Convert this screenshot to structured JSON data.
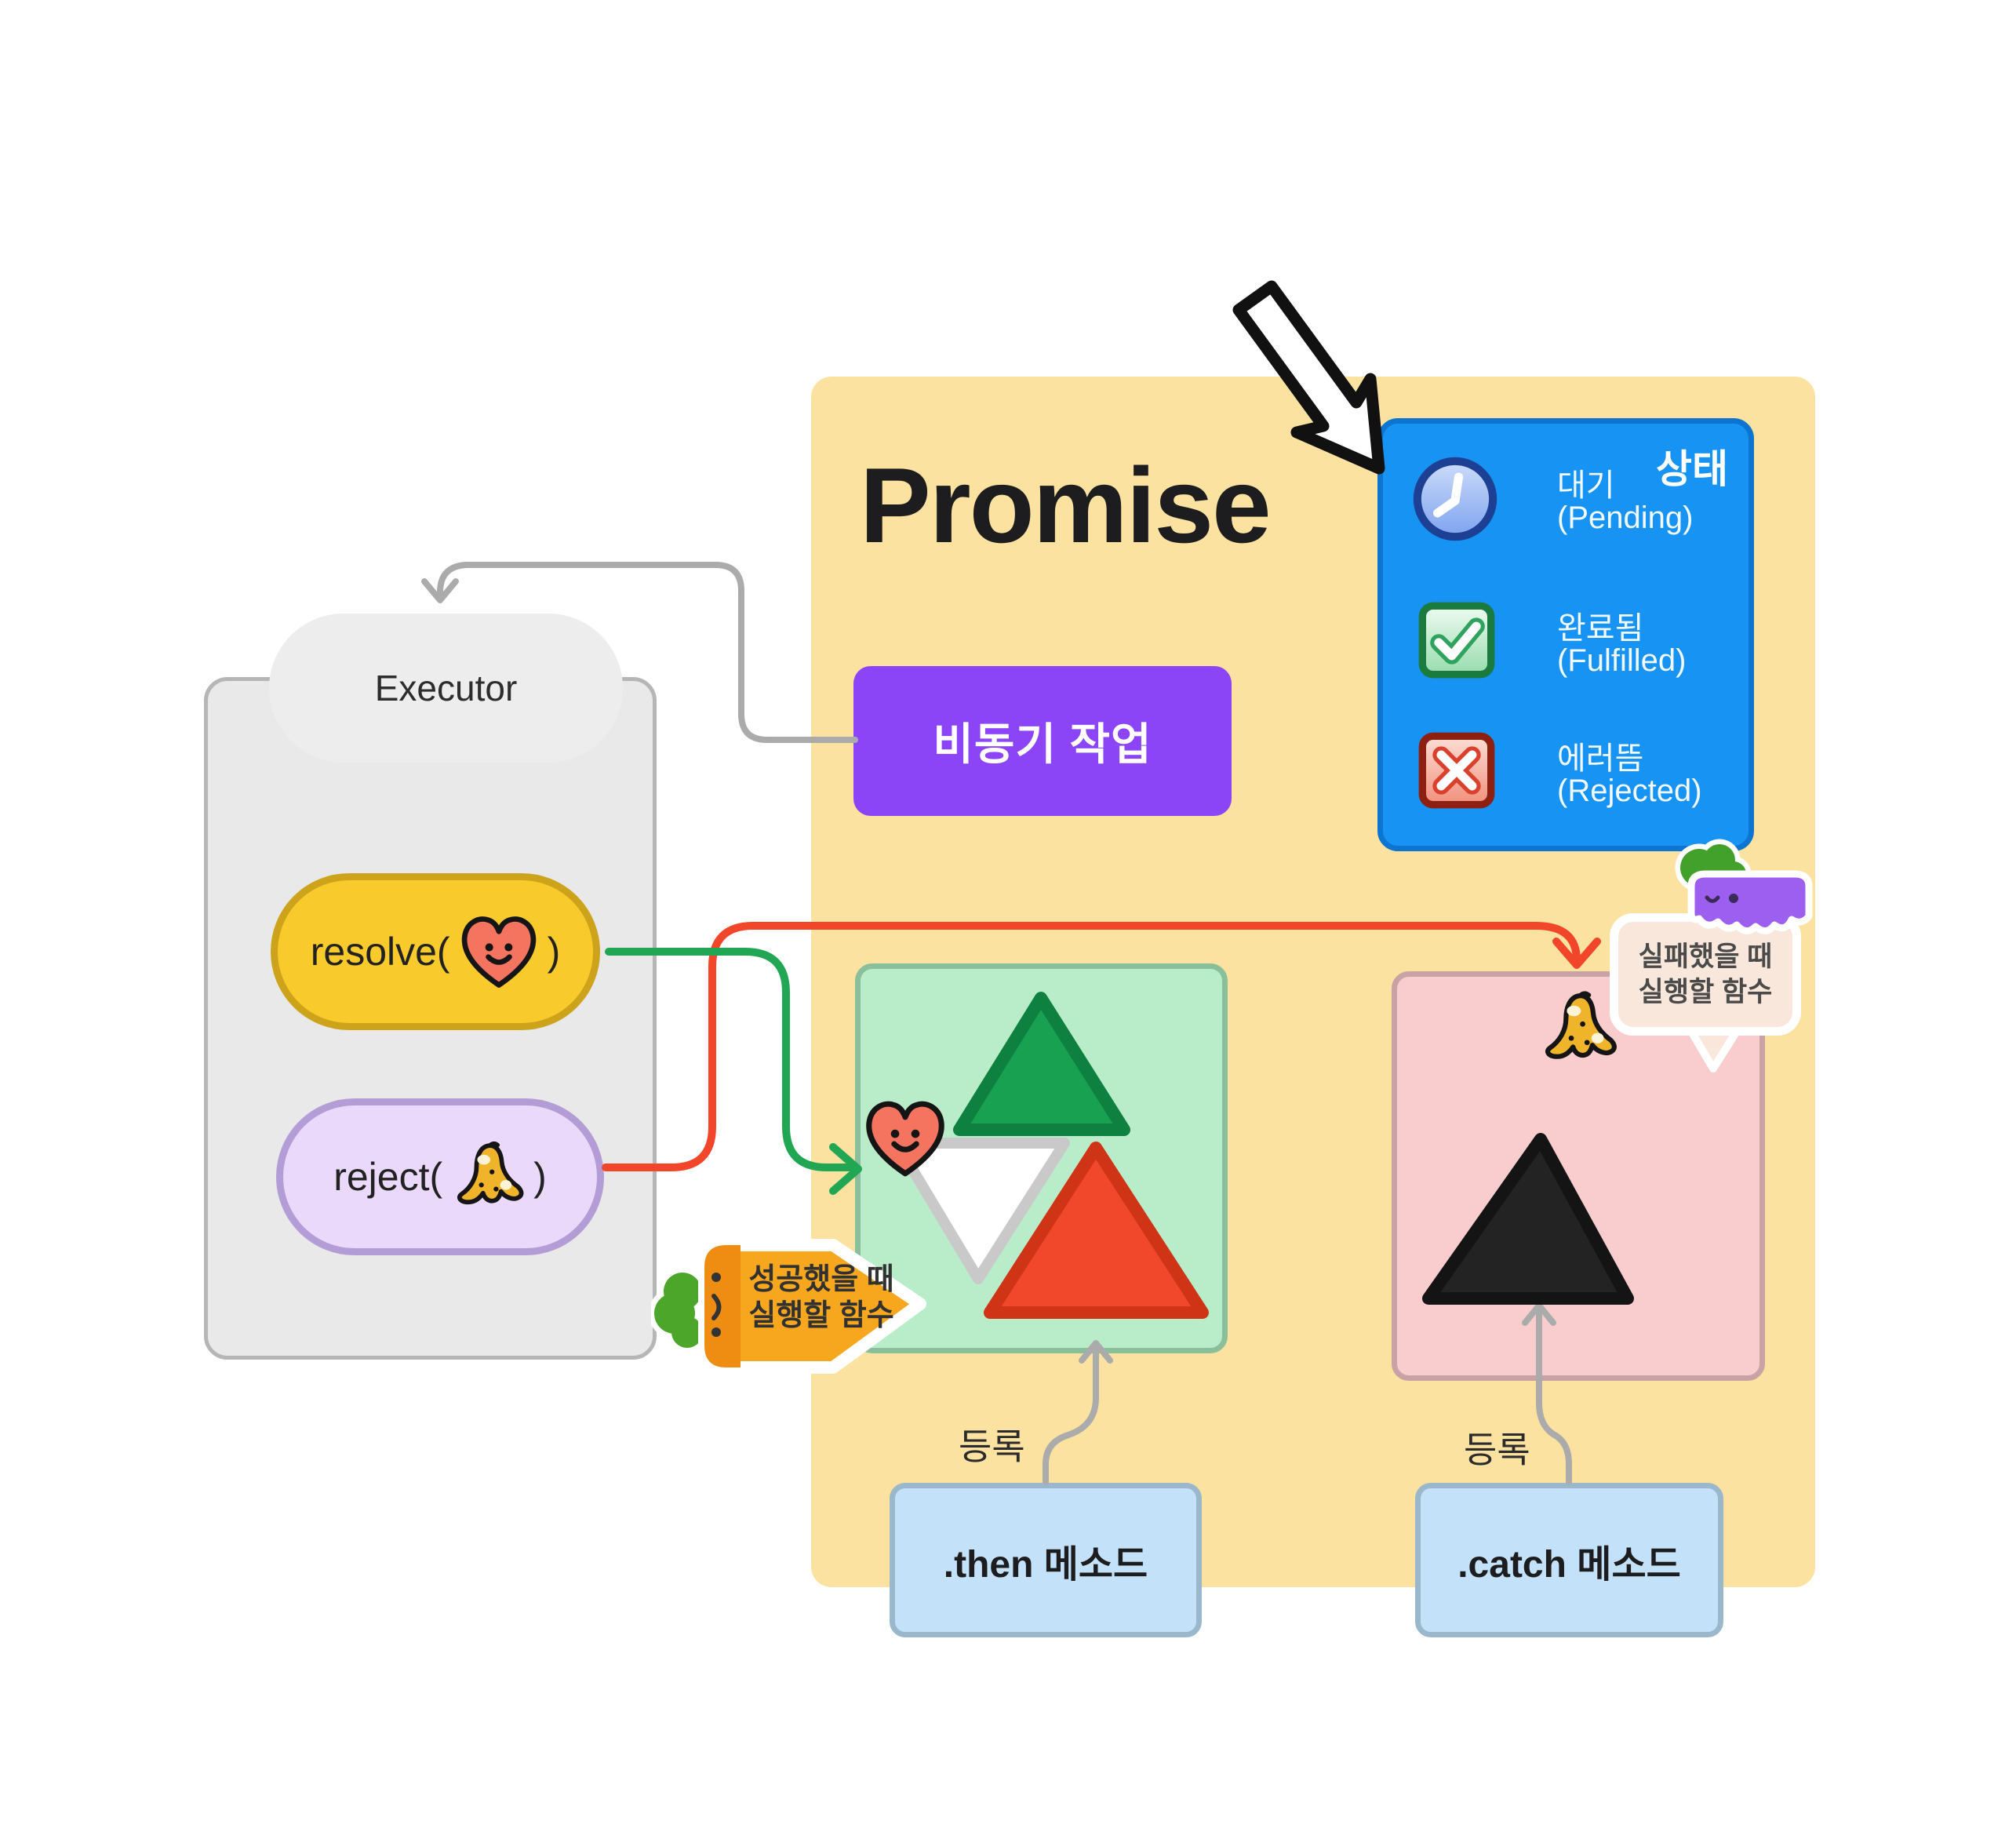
{
  "title": "Promise",
  "executor": {
    "title": "Executor",
    "resolve_open": "resolve(",
    "resolve_close": ")",
    "reject_open": "reject(",
    "reject_close": ")"
  },
  "async_box": {
    "label": "비동기 작업"
  },
  "state_panel": {
    "title": "상태",
    "items": [
      {
        "icon": "clock-icon",
        "label": "대기",
        "sublabel": "(Pending)"
      },
      {
        "icon": "check-icon",
        "label": "완료됨",
        "sublabel": "(Fulfilled)"
      },
      {
        "icon": "x-icon",
        "label": "에러뜸",
        "sublabel": "(Rejected)"
      }
    ]
  },
  "success_bubble": {
    "line1": "성공했을 때",
    "line2": "실행할 함수"
  },
  "fail_bubble": {
    "line1": "실패했을 때",
    "line2": "실행할 함수"
  },
  "then_area": {
    "register_label": "등록",
    "method_label": ".then 메소드"
  },
  "catch_area": {
    "register_label": "등록",
    "method_label": ".catch 메소드"
  },
  "colors": {
    "promise_bg": "#fbe2a0",
    "state_panel_blue": "#1794f3",
    "async_purple": "#8b45f7",
    "resolve_gold": "#f9ca2b",
    "reject_lavender": "#ead9fa",
    "then_mint": "#b9edc9",
    "catch_pink": "#f9cdce",
    "method_blue": "#c3e1f8",
    "arrow_green": "#21a653",
    "arrow_red": "#f2462a",
    "arrow_gray": "#ababab",
    "heart_coral": "#f4745f",
    "banana_yellow": "#f0b42b",
    "carrot_orange": "#f6a71d"
  }
}
